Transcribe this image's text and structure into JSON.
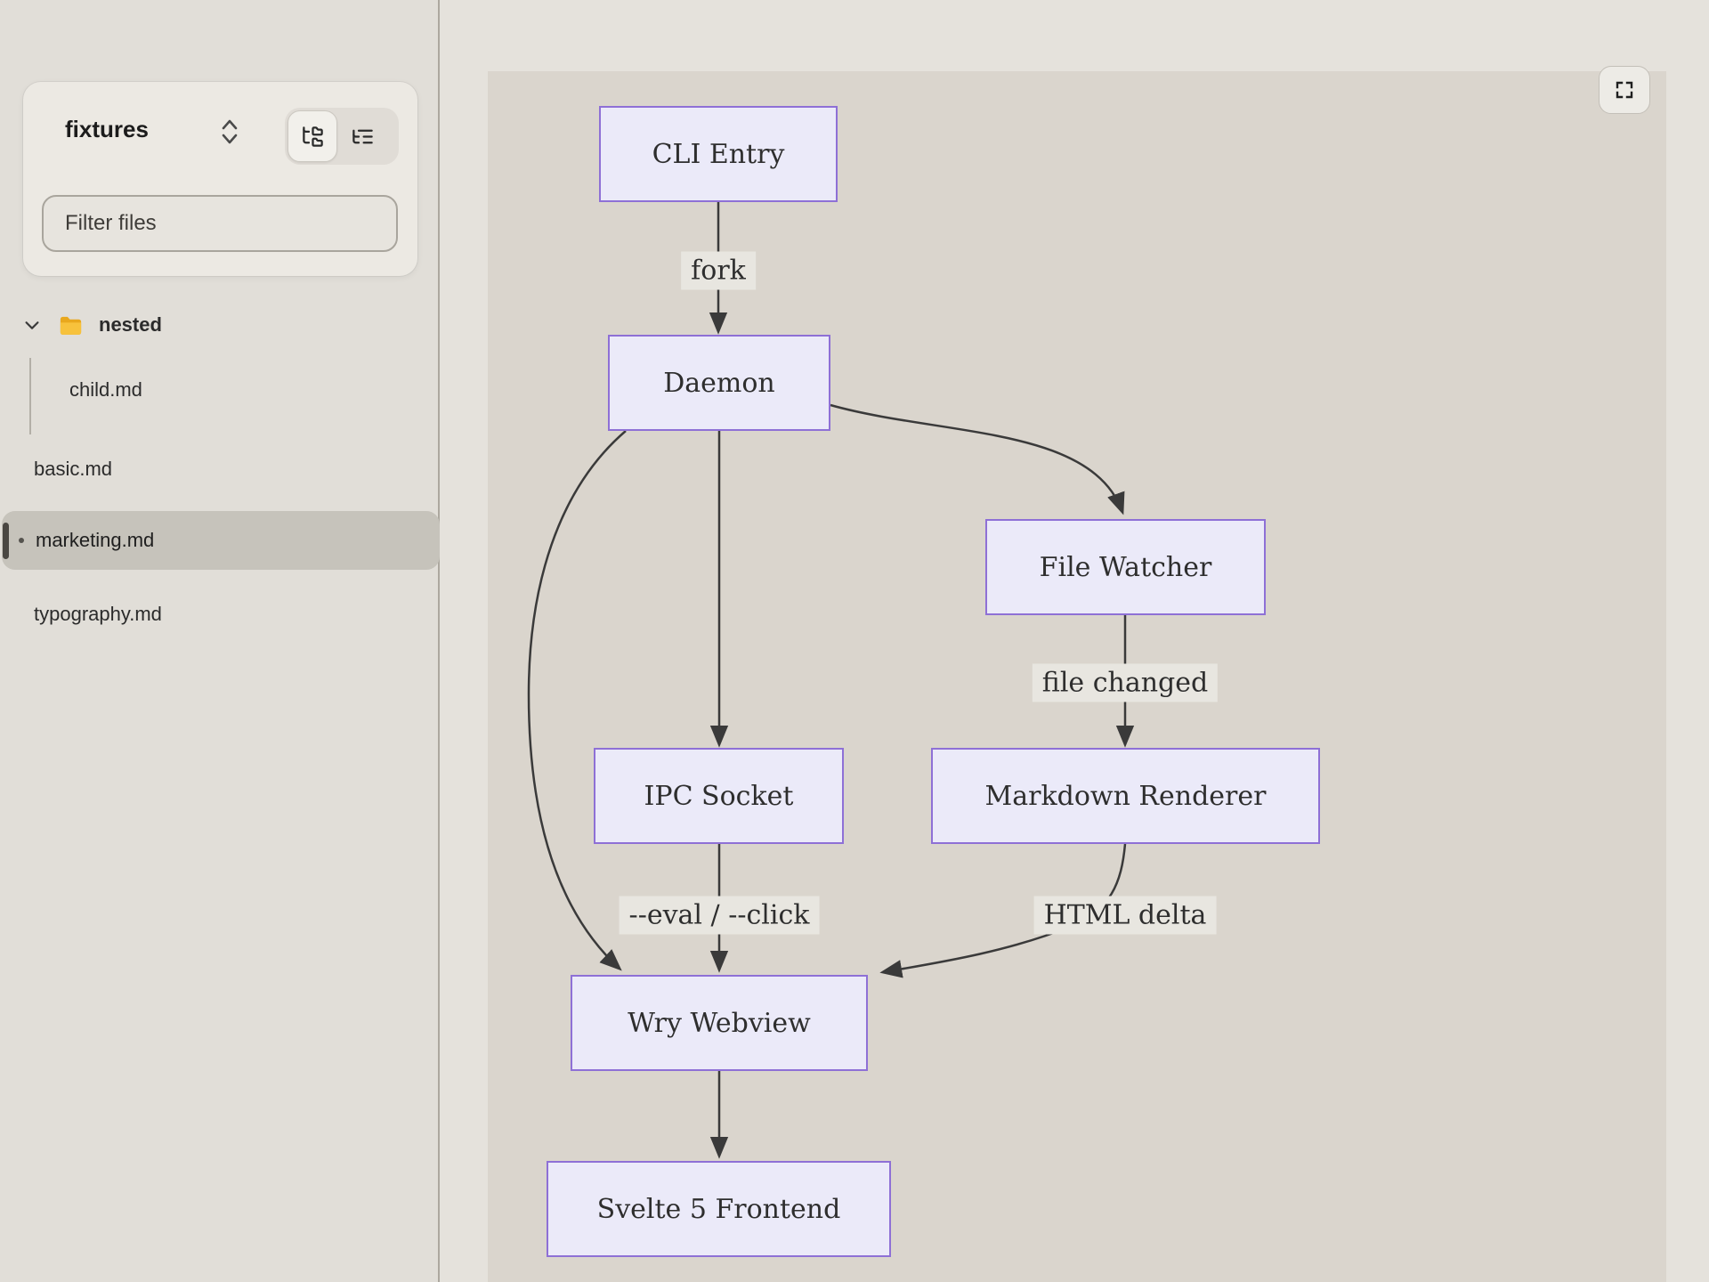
{
  "sidebar": {
    "workspace_name": "fixtures",
    "filter_placeholder": "Filter files",
    "folder_nested": "nested",
    "file_child": "child.md",
    "file_basic": "basic.md",
    "file_marketing": "marketing.md",
    "file_typography": "typography.md",
    "selected_file": "marketing.md"
  },
  "diagram": {
    "nodes": {
      "cli_entry": "CLI Entry",
      "daemon": "Daemon",
      "file_watcher": "File Watcher",
      "ipc_socket": "IPC Socket",
      "markdown_renderer": "Markdown Renderer",
      "wry_webview": "Wry Webview",
      "svelte_frontend": "Svelte 5 Frontend"
    },
    "edge_labels": {
      "fork": "fork",
      "file_changed": "file changed",
      "eval_click": "--eval / --click",
      "html_delta": "HTML delta"
    },
    "edges": [
      {
        "from": "CLI Entry",
        "to": "Daemon",
        "label": "fork"
      },
      {
        "from": "Daemon",
        "to": "IPC Socket",
        "label": ""
      },
      {
        "from": "Daemon",
        "to": "File Watcher",
        "label": ""
      },
      {
        "from": "Daemon",
        "to": "Wry Webview",
        "label": ""
      },
      {
        "from": "File Watcher",
        "to": "Markdown Renderer",
        "label": "file changed"
      },
      {
        "from": "IPC Socket",
        "to": "Wry Webview",
        "label": "--eval / --click"
      },
      {
        "from": "Markdown Renderer",
        "to": "Wry Webview",
        "label": "HTML delta"
      },
      {
        "from": "Wry Webview",
        "to": "Svelte 5 Frontend",
        "label": ""
      }
    ],
    "colors": {
      "node-fill": "#EBEAF9",
      "node-border": "#8E70D6",
      "edge": "#3A3A3A",
      "edge-label-bg": "#E8E6E0",
      "canvas-bg": "#DAD5CD"
    }
  }
}
